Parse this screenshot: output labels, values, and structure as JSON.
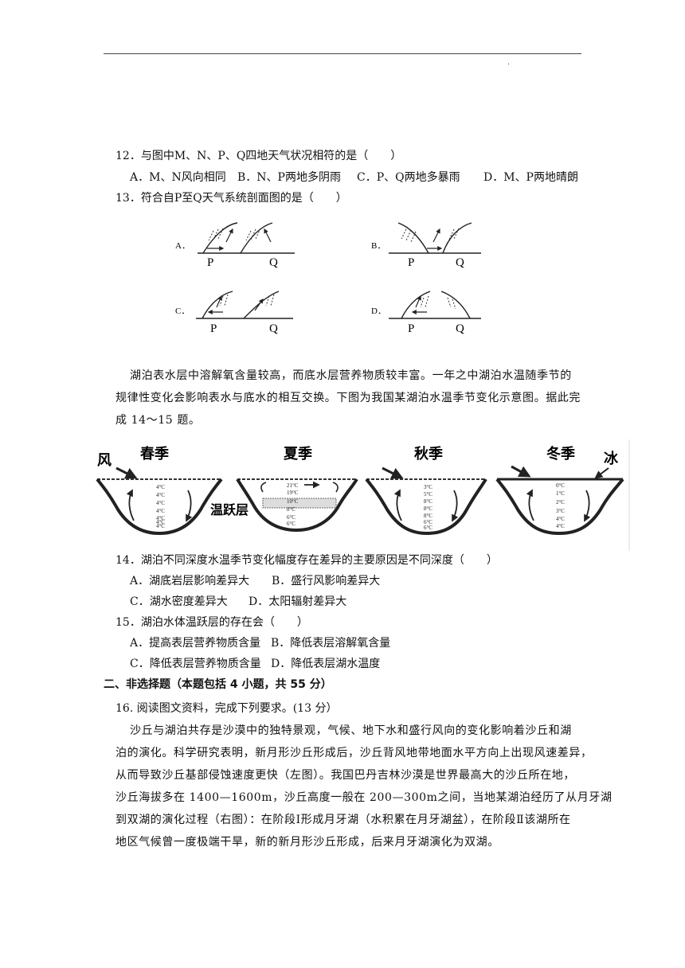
{
  "q12": {
    "stem": "12．与图中M、N、P、Q四地天气状况相符的是（　　）",
    "options": [
      "A．M、N风向相同",
      "B．N、P两地多阴雨",
      "C．P、Q两地多暴雨",
      "D．M、P两地晴朗"
    ]
  },
  "q13": {
    "stem": "13．符合自P至Q天气系统剖面图的是（　　）",
    "figures": [
      {
        "label": "A．",
        "p": "P",
        "q": "Q"
      },
      {
        "label": "B．",
        "p": "P",
        "q": "Q"
      },
      {
        "label": "C．",
        "p": "P",
        "q": "Q"
      },
      {
        "label": "D．",
        "p": "P",
        "q": "Q"
      }
    ]
  },
  "lake_intro": {
    "line1": "湖泊表水层中溶解氧含量较高，而底水层营养物质较丰富。一年之中湖泊水温随季节的",
    "line2": "规律性变化会影响表水与底水的相互交换。下图为我国某湖泊水温季节变化示意图。据此完",
    "line3": "成 14～15 题。"
  },
  "lake_figure": {
    "wind_label": "风",
    "ice_label": "冰",
    "thermocline_label": "温跃层",
    "seasons": [
      {
        "name": "春季",
        "temps": [
          "4°C",
          "4°C",
          "4°C",
          "4°C",
          "4°C",
          "4°C",
          "4°C"
        ]
      },
      {
        "name": "夏季",
        "temps": [
          "21°C",
          "19°C",
          "10°C",
          "8°C",
          "6°C",
          "6°C"
        ]
      },
      {
        "name": "秋季",
        "temps": [
          "3°C",
          "5°C",
          "8°C",
          "8°C",
          "8°C",
          "6°C",
          "6°C"
        ]
      },
      {
        "name": "冬季",
        "temps": [
          "0°C",
          "1°C",
          "2°C",
          "3°C",
          "4°C",
          "4°C"
        ]
      }
    ]
  },
  "q14": {
    "stem": "14．湖泊不同深度水温季节变化幅度存在差异的主要原因是不同深度（　　）",
    "options": [
      "A．湖底岩层影响差异大",
      "B．盛行风影响差异大",
      "C．湖水密度差异大",
      "D．太阳辐射差异大"
    ]
  },
  "q15": {
    "stem": "15．湖泊水体温跃层的存在会（　　）",
    "options": [
      "A．提高表层营养物质含量",
      "B．降低表层溶解氧含量",
      "C．降低表层营养物质含量",
      "D．降低表层湖水温度"
    ]
  },
  "section2": {
    "title": "二、非选择题（本题包括 4 小题，共 55 分）"
  },
  "q16": {
    "stem": "16. 阅读图文资料，完成下列要求。(13 分）",
    "lines": [
      "沙丘与湖泊共存是沙漠中的独特景观，气候、地下水和盛行风向的变化影响着沙丘和湖",
      "泊的演化。科学研究表明，新月形沙丘形成后，沙丘背风地带地面水平方向上出现风速差异，",
      "从而导致沙丘基部侵蚀速度更快（左图）。我国巴丹吉林沙漠是世界最高大的沙丘所在地，",
      "沙丘海拔多在 1400—1600m，沙丘高度一般在 200—300m之间，当地某湖泊经历了从月牙湖",
      "到双湖的演化过程（右图）：在阶段Ⅰ形成月牙湖（水积累在月牙湖盆），在阶段Ⅱ该湖所在",
      "地区气候曾一度极端干旱，新的新月形沙丘形成，后来月牙湖演化为双湖。"
    ]
  }
}
